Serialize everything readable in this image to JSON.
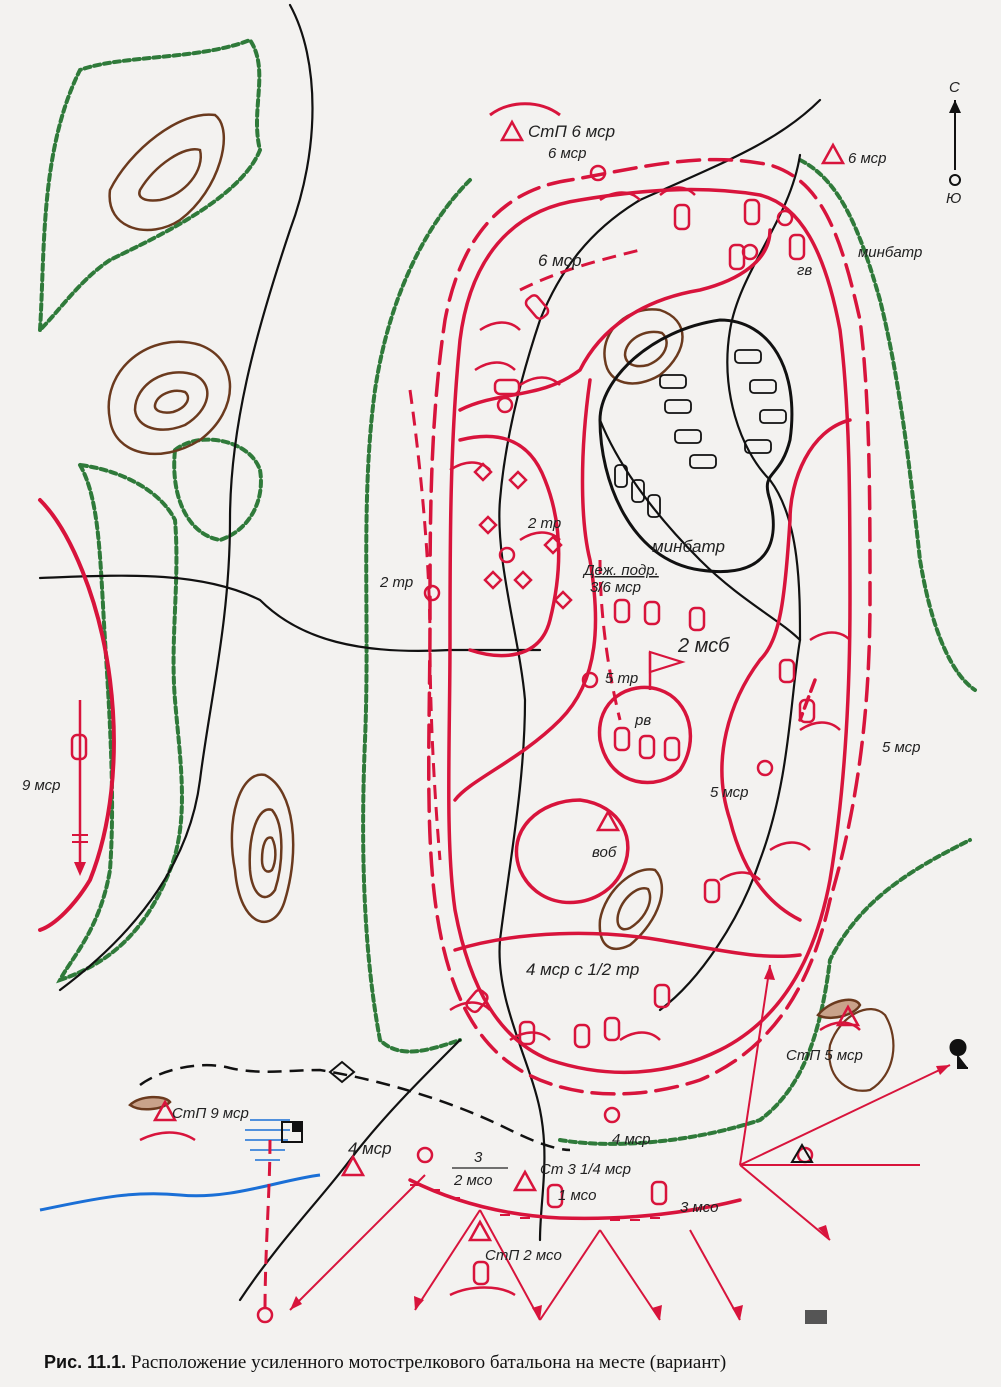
{
  "caption": {
    "fig_number": "Рис. 11.1.",
    "text": "Расположение усиленного мотострелкового батальона на месте (вариант)"
  },
  "compass": {
    "north": "С",
    "south": "Ю"
  },
  "labels": {
    "stp_6msr": "СтП 6 мср",
    "msr6_top": "6 мср",
    "msr6_right": "6 мср",
    "msr6_inner": "6 мср",
    "minbatr_right": "минбатр",
    "gv": "гв",
    "minbatr_inner": "минбатр",
    "tr2_inner": "2 тр",
    "tr2_left": "2 тр",
    "duty_top": "Деж. подр.",
    "duty_bottom": "3/6 мср",
    "msb2": "2 мсб",
    "tr5": "5 тр",
    "rv": "рв",
    "msr5_right": "5 мср",
    "msr5_inner": "5 мср",
    "vob": "воб",
    "msr9": "9 мср",
    "msr4_tr": "4 мср с 1/2 тр",
    "stp_5msr": "СтП 5 мср",
    "stp_9msr": "СтП 9 мср",
    "msr4_bottom": "4 мср",
    "msr4_left": "4 мср",
    "frac_top": "3",
    "frac_bottom": "2 мсо",
    "st3": "Ст 3 1/4 мср",
    "mso1": "1 мсо",
    "mso3": "3 мсо",
    "stp_2mso": "СтП 2 мсо"
  },
  "colors": {
    "red": "#d8143c",
    "forest": "#2f7a3a",
    "contour": "#6b3a1e",
    "water": "#1a6fd6",
    "road": "#111111"
  }
}
